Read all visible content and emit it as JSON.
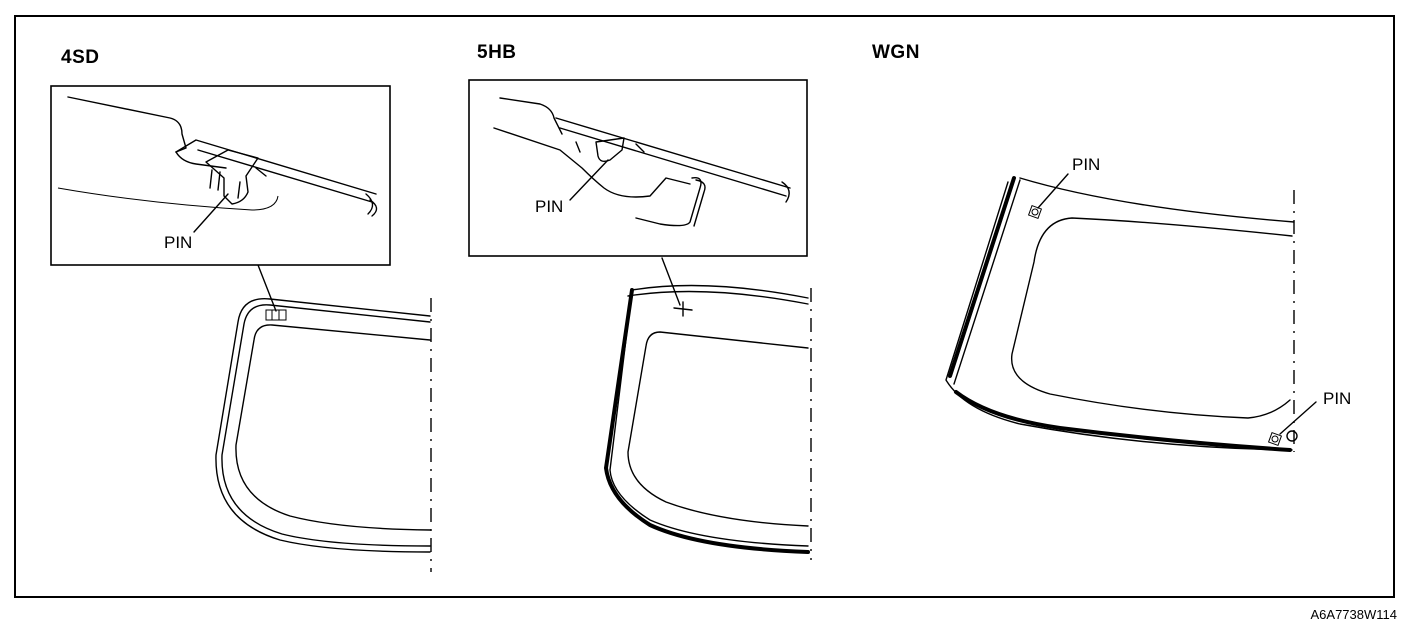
{
  "panels": [
    {
      "label": "4SD",
      "pin_labels": [
        "PIN"
      ]
    },
    {
      "label": "5HB",
      "pin_labels": [
        "PIN"
      ]
    },
    {
      "label": "WGN",
      "pin_labels": [
        "PIN",
        "PIN"
      ]
    }
  ],
  "figure_id": "A6A7738W114"
}
